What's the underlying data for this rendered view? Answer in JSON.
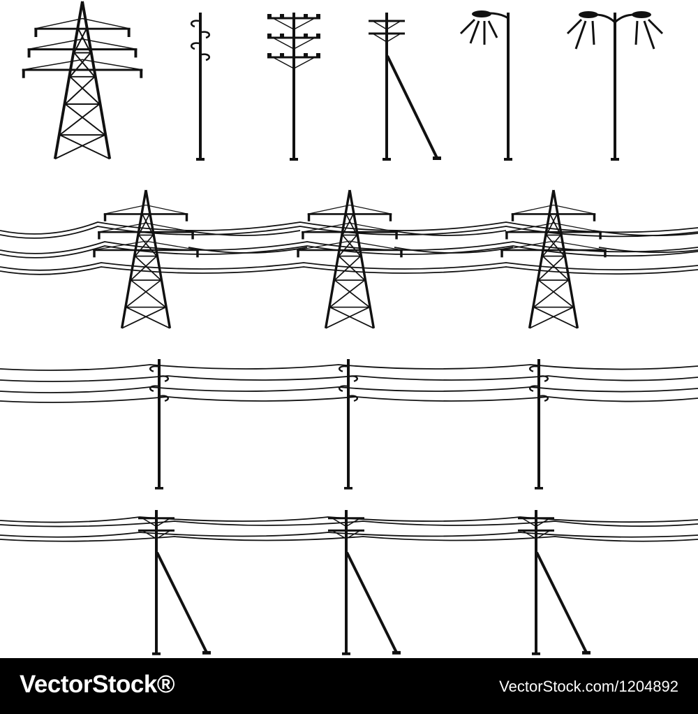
{
  "colors": {
    "ink": "#111111",
    "background": "#ffffff",
    "footer_background": "#000000",
    "footer_text": "#ffffff"
  },
  "illustrations": {
    "row1_icons": [
      "transmission-tower-icon",
      "pole-with-hook-insulators-icon",
      "pole-with-crossarms-icon",
      "pole-with-brace-icon",
      "single-street-lamp-icon",
      "double-street-lamp-icon"
    ],
    "row2": "transmission-towers-with-wires",
    "row3": "poles-with-hook-insulators-and-wires",
    "row4": "braced-poles-with-wires"
  },
  "footer": {
    "brand": "VectorStock®",
    "credit": "VectorStock.com/1204892"
  }
}
